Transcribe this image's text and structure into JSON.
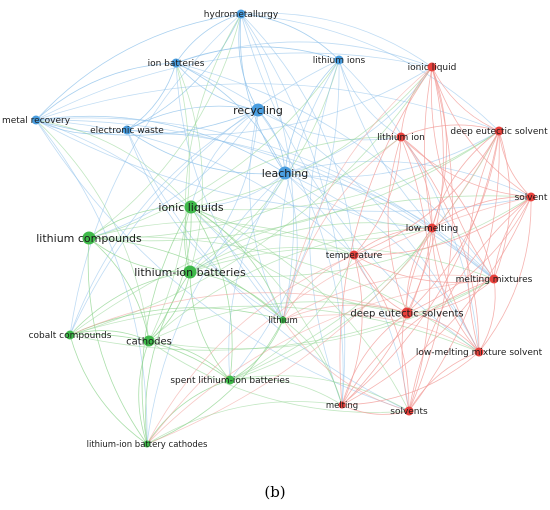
{
  "caption": "(b)",
  "colors": {
    "blue": "#4a9ee0",
    "green": "#3fb94a",
    "red": "#e8413c",
    "edge_blue": "#8cc0ea",
    "edge_green": "#8fd48f",
    "edge_red": "#f19a96"
  },
  "nodes": [
    {
      "id": "hydrometallurgy",
      "label": "hydrometallurgy",
      "cluster": "blue",
      "weight": 2
    },
    {
      "id": "ion_batteries",
      "label": "ion batteries",
      "cluster": "blue",
      "weight": 2
    },
    {
      "id": "lithium_ions",
      "label": "lithium ions",
      "cluster": "blue",
      "weight": 2
    },
    {
      "id": "metal_recovery",
      "label": "metal recovery",
      "cluster": "blue",
      "weight": 2
    },
    {
      "id": "recycling",
      "label": "recycling",
      "cluster": "blue",
      "weight": 4
    },
    {
      "id": "electronic_waste",
      "label": "electronic waste",
      "cluster": "blue",
      "weight": 2
    },
    {
      "id": "leaching",
      "label": "leaching",
      "cluster": "blue",
      "weight": 4
    },
    {
      "id": "ionic_liquids",
      "label": "ionic liquids",
      "cluster": "green",
      "weight": 4
    },
    {
      "id": "lithium_compounds",
      "label": "lithium compounds",
      "cluster": "green",
      "weight": 4
    },
    {
      "id": "lithium_ion_batteries",
      "label": "lithium-ion batteries",
      "cluster": "green",
      "weight": 4
    },
    {
      "id": "cobalt_compounds",
      "label": "cobalt compounds",
      "cluster": "green",
      "weight": 2
    },
    {
      "id": "cathodes",
      "label": "cathodes",
      "cluster": "green",
      "weight": 3
    },
    {
      "id": "lithium",
      "label": "lithium",
      "cluster": "green",
      "weight": 1
    },
    {
      "id": "spent_lithium_ion_batteries",
      "label": "spent lithium-ion batteries",
      "cluster": "green",
      "weight": 2
    },
    {
      "id": "lithium_ion_battery_cathodes",
      "label": "lithium-ion battery cathodes",
      "cluster": "green",
      "weight": 1
    },
    {
      "id": "ionic_liquid",
      "label": "ionic liquid",
      "cluster": "red",
      "weight": 2
    },
    {
      "id": "lithium_ion",
      "label": "lithium ion",
      "cluster": "red",
      "weight": 2
    },
    {
      "id": "deep_eutectic_solvent",
      "label": "deep eutectic solvent",
      "cluster": "red",
      "weight": 2
    },
    {
      "id": "solvent",
      "label": "solvent",
      "cluster": "red",
      "weight": 2
    },
    {
      "id": "low_melting",
      "label": "low melting",
      "cluster": "red",
      "weight": 2
    },
    {
      "id": "temperature",
      "label": "temperature",
      "cluster": "red",
      "weight": 2
    },
    {
      "id": "melting_mixtures",
      "label": "melting mixtures",
      "cluster": "red",
      "weight": 2
    },
    {
      "id": "deep_eutectic_solvents",
      "label": "deep eutectic solvents",
      "cluster": "red",
      "weight": 3
    },
    {
      "id": "low_melting_mixture_solvent",
      "label": "low-melting mixture solvent",
      "cluster": "red",
      "weight": 2
    },
    {
      "id": "melting",
      "label": "melting",
      "cluster": "red",
      "weight": 1
    },
    {
      "id": "solvents",
      "label": "solvents",
      "cluster": "red",
      "weight": 2
    }
  ]
}
